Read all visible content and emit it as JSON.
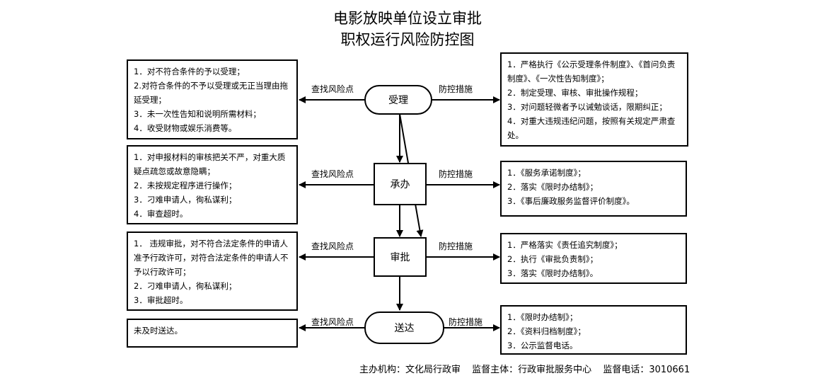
{
  "title": {
    "line1": "电影放映单位设立审批",
    "line2": "职权运行风险防控图"
  },
  "stages": [
    {
      "name": "受理",
      "risk_label": "查找风险点",
      "control_label": "防控措施",
      "risks": [
        "1．对不符合条件的予以受理；",
        "2.对符合条件的不予以受理或无正当理由拖延受理；",
        "3．未一次性告知和说明所需材料；",
        "4．收受财物或娱乐消费等。"
      ],
      "controls": [
        "1．严格执行《公示受理条件制度》、《首问负责制度》、《一次性告知制度》；",
        "2．制定受理、审核、审批操作规程；",
        "3．对问题轻微者予以诫勉谈话，限期纠正；",
        "4．对重大违规违纪问题，按照有关规定严肃查处。"
      ]
    },
    {
      "name": "承办",
      "risk_label": "查找风险点",
      "control_label": "防控措施",
      "risks": [
        "1．对申报材料的审核把关不严，对重大质疑点疏忽或故意隐瞒；",
        "2．未按规定程序进行操作；",
        "3．刁难申请人，徇私谋利；",
        "4．审查超时。"
      ],
      "controls": [
        "1．《服务承诺制度》；",
        "2．落实《限时办结制》；",
        "3．《事后廉政服务监督评价制度》。"
      ]
    },
    {
      "name": "审批",
      "risk_label": "查找风险点",
      "control_label": "防控措施",
      "risks": [
        "1． 违规审批，对不符合法定条件的申请人准予行政许可，对符合法定条件的申请人不予以行政许可；",
        "2．刁难申请人，徇私谋利；",
        "3．审批超时。"
      ],
      "controls": [
        "1．严格落实《责任追究制度》；",
        "2．执行《审批负责制》；",
        "3．落实《限时办结制》。"
      ]
    },
    {
      "name": "送达",
      "risk_label": "查找风险点",
      "control_label": "防控措施",
      "risks": [
        "未及时送达。"
      ],
      "controls": [
        "1．《限时办结制》；",
        "2．《资料归档制度》；",
        "3．公示监督电话。"
      ]
    }
  ],
  "footer": {
    "host": "主办机构：文化局行政审",
    "supervisor": "监督主体：行政审批服务中心",
    "phone": "监督电话：3010661"
  }
}
